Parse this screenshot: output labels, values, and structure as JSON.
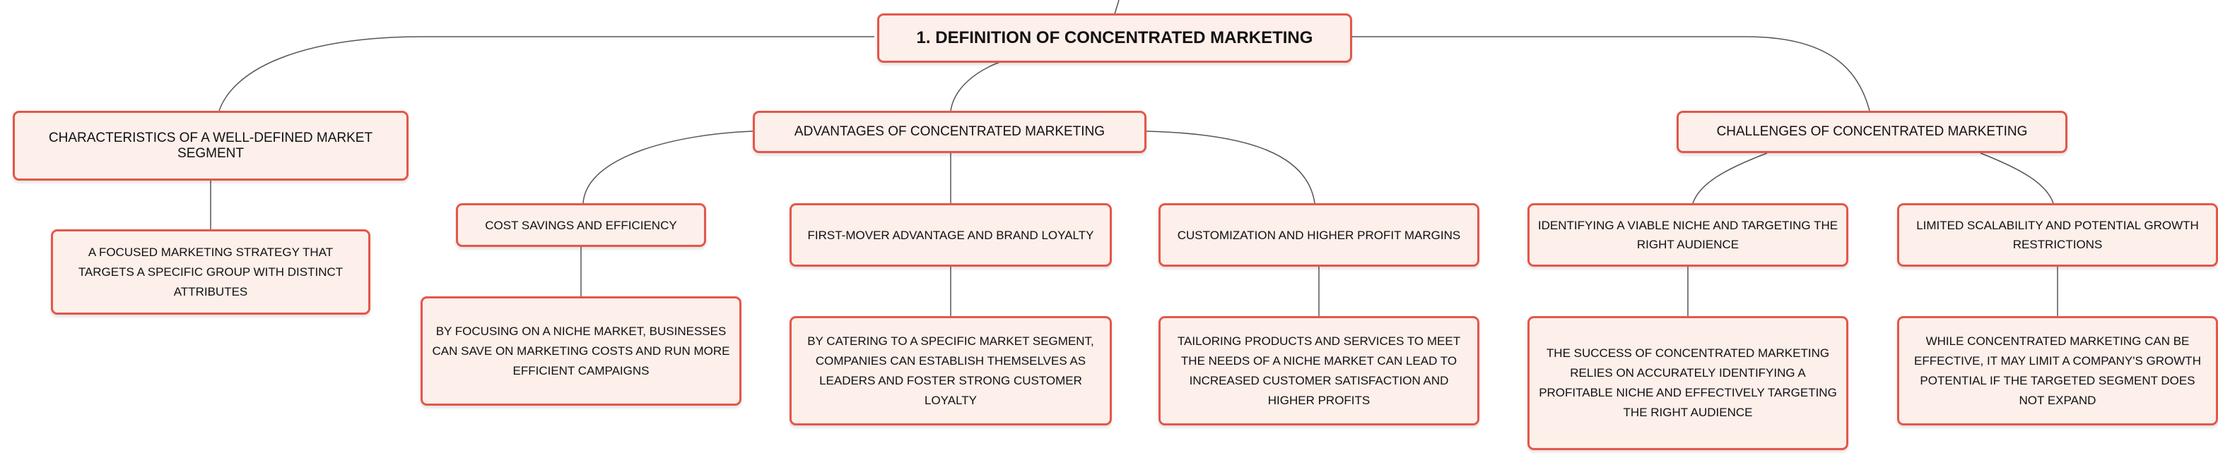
{
  "diagram": {
    "root": "1. DEFINITION OF CONCENTRATED MARKETING",
    "characteristics": {
      "title": "CHARACTERISTICS OF A WELL-DEFINED MARKET SEGMENT",
      "detail": "A FOCUSED MARKETING STRATEGY THAT TARGETS A SPECIFIC GROUP WITH DISTINCT ATTRIBUTES"
    },
    "advantages": {
      "title": "ADVANTAGES OF CONCENTRATED MARKETING",
      "items": [
        {
          "title": "COST SAVINGS AND EFFICIENCY",
          "detail": "BY FOCUSING ON A NICHE MARKET, BUSINESSES CAN SAVE ON MARKETING COSTS AND RUN MORE EFFICIENT CAMPAIGNS"
        },
        {
          "title": "FIRST-MOVER ADVANTAGE AND BRAND LOYALTY",
          "detail": "BY CATERING TO A SPECIFIC MARKET SEGMENT, COMPANIES CAN ESTABLISH THEMSELVES AS LEADERS AND FOSTER STRONG CUSTOMER LOYALTY"
        },
        {
          "title": "CUSTOMIZATION AND HIGHER PROFIT MARGINS",
          "detail": "TAILORING PRODUCTS AND SERVICES TO MEET THE NEEDS OF A NICHE MARKET CAN LEAD TO INCREASED CUSTOMER SATISFACTION AND HIGHER PROFITS"
        }
      ]
    },
    "challenges": {
      "title": "CHALLENGES OF CONCENTRATED MARKETING",
      "items": [
        {
          "title": "IDENTIFYING A VIABLE NICHE AND TARGETING THE RIGHT AUDIENCE",
          "detail": "THE SUCCESS OF CONCENTRATED MARKETING RELIES ON ACCURATELY IDENTIFYING A PROFITABLE NICHE AND EFFECTIVELY TARGETING THE RIGHT AUDIENCE"
        },
        {
          "title": "LIMITED SCALABILITY AND POTENTIAL GROWTH RESTRICTIONS",
          "detail": "WHILE CONCENTRATED MARKETING CAN BE EFFECTIVE, IT MAY LIMIT A COMPANY'S GROWTH POTENTIAL IF THE TARGETED SEGMENT DOES NOT EXPAND"
        }
      ]
    }
  },
  "colors": {
    "node_fill": "#fdefea",
    "node_border": "#e4574a",
    "connector": "#555555"
  }
}
